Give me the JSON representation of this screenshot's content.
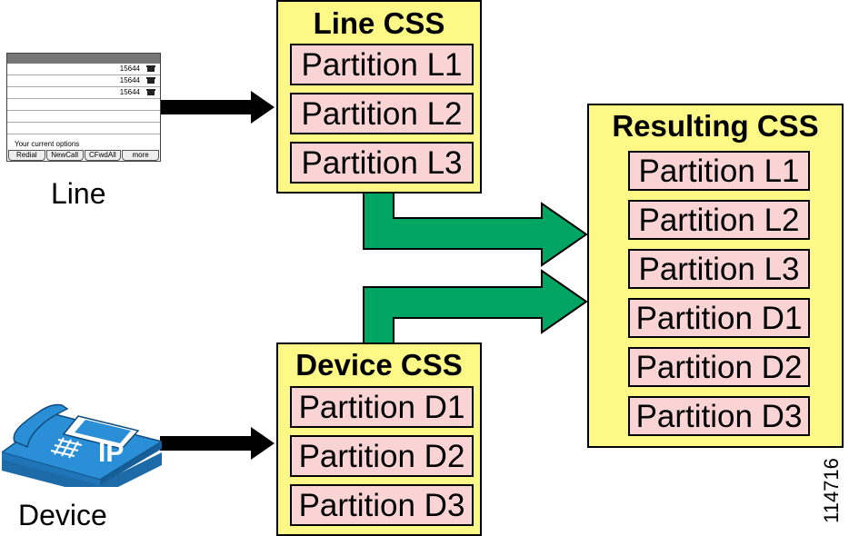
{
  "line_css": {
    "title": "Line CSS",
    "partitions": [
      "Partition L1",
      "Partition L2",
      "Partition L3"
    ]
  },
  "device_css": {
    "title": "Device CSS",
    "partitions": [
      "Partition D1",
      "Partition D2",
      "Partition D3"
    ]
  },
  "resulting_css": {
    "title": "Resulting CSS",
    "partitions": [
      "Partition L1",
      "Partition L2",
      "Partition L3",
      "Partition D1",
      "Partition D2",
      "Partition D3"
    ]
  },
  "line_phone": {
    "caption": "Line",
    "lines": [
      "15644",
      "15644",
      "15644"
    ],
    "status": "Your current options",
    "softkeys": [
      "Redial",
      "NewCall",
      "CFwdAll",
      "more"
    ]
  },
  "device_phone": {
    "caption": "Device",
    "badge": "IP"
  },
  "figure_number": "114716",
  "colors": {
    "box_fill": "#fef987",
    "partition_fill": "#fad4d4",
    "merge_arrow": "#00a463",
    "pointer_arrow": "#000000",
    "phone_blue": "#2a8fd6"
  },
  "icons": {
    "phone_screen": "ip-phone-display-icon",
    "desk_phone": "ip-phone-icon"
  }
}
